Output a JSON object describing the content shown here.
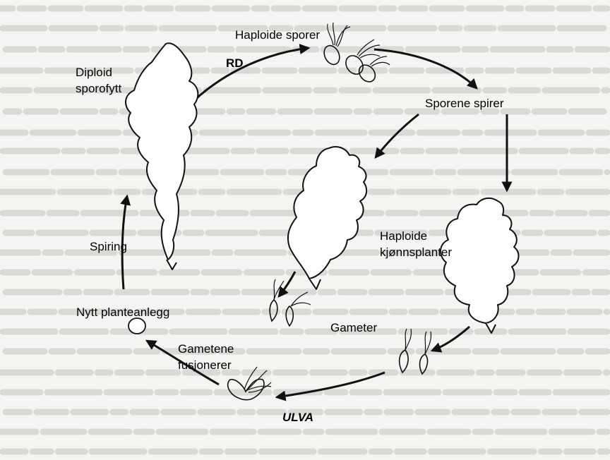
{
  "diagram": {
    "title": "ULVA",
    "arrow_label": "RD",
    "labels": {
      "haploid_spores": "Haploide sporer",
      "spores_germinate": "Sporene spirer",
      "haploid_sex_plants_line1": "Haploide",
      "haploid_sex_plants_line2": "kjønnsplanter",
      "gametes": "Gameter",
      "gametes_fuse_line1": "Gametene",
      "gametes_fuse_line2": "fusjonerer",
      "new_plant": "Nytt planteanlegg",
      "germination": "Spiring",
      "diploid_line1": "Diploid",
      "diploid_line2": "sporofytt"
    }
  }
}
